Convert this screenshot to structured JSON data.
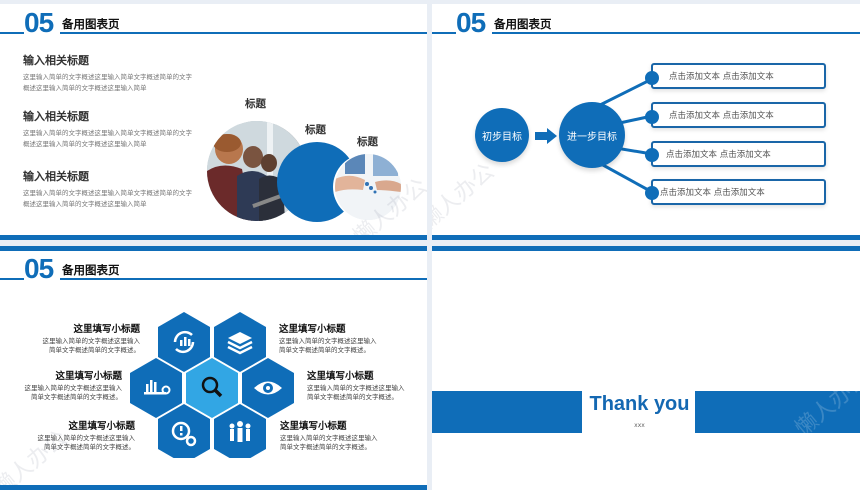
{
  "theme": {
    "accent": "#0f6db8",
    "light_accent": "#32a6e4",
    "background": "#e9eef5"
  },
  "watermark": "懒人办公",
  "slides": [
    {
      "header": {
        "number": "05",
        "title": "备用图表页"
      },
      "items": [
        {
          "title": "输入相关标题",
          "text": "这里输入简单的文字概述这里输入简单文字概述简单的文字概述这里输入简单的文字概述这里输入简单"
        },
        {
          "title": "输入相关标题",
          "text": "这里输入简单的文字概述这里输入简单文字概述简单的文字概述这里输入简单的文字概述这里输入简单"
        },
        {
          "title": "输入相关标题",
          "text": "这里输入简单的文字概述这里输入简单文字概述简单的文字概述这里输入简单的文字概述这里输入简单"
        }
      ],
      "circle_labels": [
        "标题",
        "标题",
        "标题"
      ]
    },
    {
      "header": {
        "number": "05",
        "title": "备用图表页"
      },
      "start_node": "初步目标",
      "next_node": "进一步目标",
      "boxes": [
        "点击添加文本 点击添加文本",
        "点击添加文本 点击添加文本",
        "点击添加文本 点击添加文本",
        "点击添加文本 点击添加文本"
      ]
    },
    {
      "header": {
        "number": "05",
        "title": "备用图表页"
      },
      "labels": [
        {
          "title": "这里填写小标题",
          "text1": "这里输入简单的文字概述这里输入",
          "text2": "简单文字概述简单的文字概述。"
        },
        {
          "title": "这里填写小标题",
          "text1": "这里输入简单的文字概述这里输入",
          "text2": "简单文字概述简单的文字概述。"
        },
        {
          "title": "这里填写小标题",
          "text1": "这里输入简单的文字概述这里输入",
          "text2": "简单文字概述简单的文字概述。"
        },
        {
          "title": "这里填写小标题",
          "text1": "这里输入简单的文字概述这里输入",
          "text2": "简单文字概述简单的文字概述。"
        },
        {
          "title": "这里填写小标题",
          "text1": "这里输入简单的文字概述这里输入",
          "text2": "简单文字概述简单的文字概述。"
        },
        {
          "title": "这里填写小标题",
          "text1": "这里输入简单的文字概述这里输入",
          "text2": "简单文字概述简单的文字概述。"
        }
      ],
      "hex_icons": [
        "refresh-chart-icon",
        "layers-icon",
        "chart-key-icon",
        "search-icon",
        "eye-icon",
        "chat-gear-icon",
        "team-icon"
      ]
    },
    {
      "title": "Thank you",
      "subtitle": "xxx"
    }
  ]
}
